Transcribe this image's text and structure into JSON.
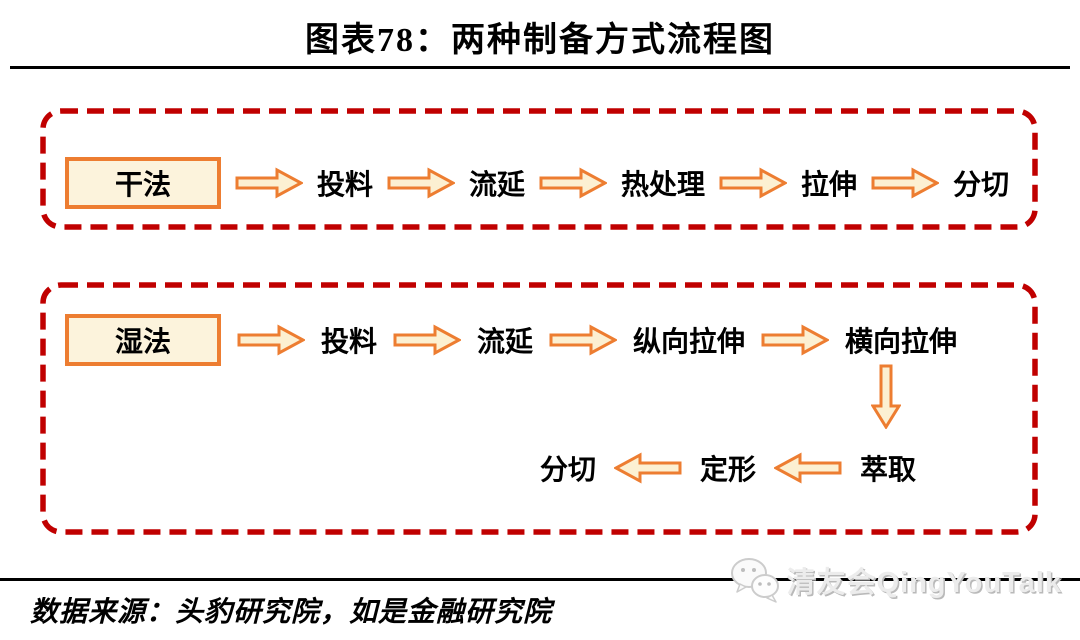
{
  "title": "图表78：两种制备方式流程图",
  "flow": {
    "dry": {
      "method": "干法",
      "steps": [
        "投料",
        "流延",
        "热处理",
        "拉伸",
        "分切"
      ]
    },
    "wet": {
      "method": "湿法",
      "steps_upper": [
        "投料",
        "流延",
        "纵向拉伸",
        "横向拉伸"
      ],
      "steps_lower": [
        "萃取",
        "定形",
        "分切"
      ]
    }
  },
  "footer": {
    "source": "数据来源：头豹研究院，如是金融研究院",
    "watermark": "清友会QingYouTalk"
  },
  "colors": {
    "dashed_border_red": "#C00000",
    "accent_orange": "#ED7D31",
    "fill_cream": "#FCF0D2",
    "watermark_grey": "#d9d9d9"
  },
  "icons": {
    "right_arrow": "right-arrow-icon",
    "left_arrow": "left-arrow-icon",
    "down_arrow": "down-arrow-icon",
    "logo": "wechat-bubbles-icon"
  }
}
